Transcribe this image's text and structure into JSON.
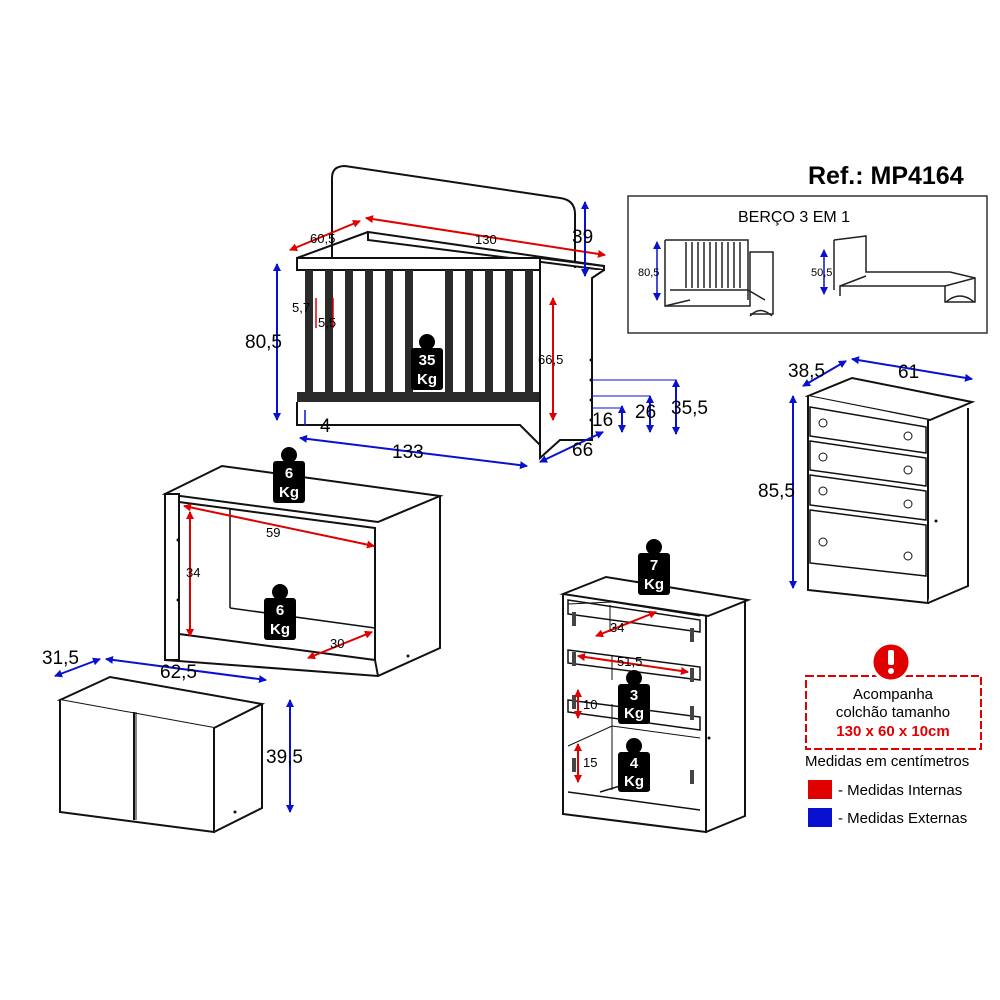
{
  "ref": "Ref.: MP4164",
  "inset": {
    "title": "BERÇO 3 EM 1",
    "crib_height": "80,5",
    "bed_height": "50,5"
  },
  "crib": {
    "width_ext": "133",
    "length_int": "130",
    "depth_int": "60,5",
    "height_ext": "80,5",
    "headboard": "39",
    "slat_gap_a": "5,7",
    "slat_gap_b": "5,5",
    "side_int": "66,5",
    "depth_ext": "66",
    "h16": "16",
    "h26": "26",
    "h35": "35,5",
    "base": "4",
    "weight_val": "35",
    "weight_unit": "Kg"
  },
  "shelf": {
    "width_int": "59",
    "height_int": "34",
    "depth_int": "30",
    "weight_top_val": "6",
    "weight_top_unit": "Kg",
    "weight_in_val": "6",
    "weight_in_unit": "Kg"
  },
  "cabinet": {
    "depth": "31,5",
    "width": "62,5",
    "height": "39,5"
  },
  "dresser": {
    "depth": "38,5",
    "width": "61",
    "height": "85,5"
  },
  "chest": {
    "d1": "34",
    "d2": "51,5",
    "d3": "10",
    "d4": "15",
    "w_top_val": "7",
    "w_top_unit": "Kg",
    "w_mid_val": "3",
    "w_mid_unit": "Kg",
    "w_bot_val": "4",
    "w_bot_unit": "Kg"
  },
  "notice": {
    "line1": "Acompanha",
    "line2": "colchão tamanho",
    "line3": "130 x 60 x 10cm"
  },
  "legend": {
    "title": "Medidas em centímetros",
    "internal": "- Medidas Internas",
    "external": "- Medidas Externas",
    "internal_color": "#e00000",
    "external_color": "#0a10d0"
  }
}
